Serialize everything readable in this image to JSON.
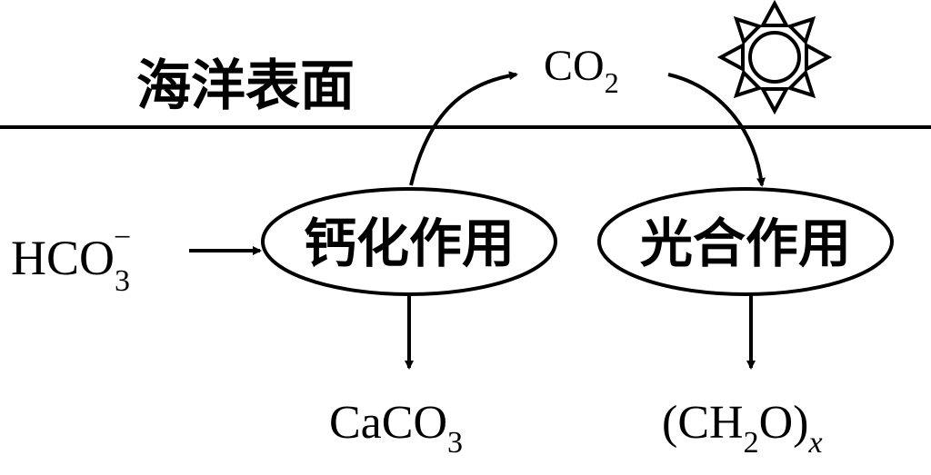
{
  "surface_label": "海洋表面",
  "nodes": {
    "calcification": "钙化作用",
    "photosynthesis": "光合作用"
  },
  "chemicals": {
    "bicarbonate": {
      "base": "HCO",
      "sub": "3",
      "sup": "−"
    },
    "carbon_dioxide": {
      "base": "CO",
      "sub": "2"
    },
    "calcium_carbonate": {
      "base": "CaCO",
      "sub": "3"
    },
    "carbohydrate": {
      "open": "(CH",
      "sub": "2",
      "mid": "O)",
      "italic_sub": "x"
    }
  },
  "icons": {
    "sun": "sun-icon"
  },
  "colors": {
    "stroke": "#000000",
    "background": "#ffffff"
  }
}
